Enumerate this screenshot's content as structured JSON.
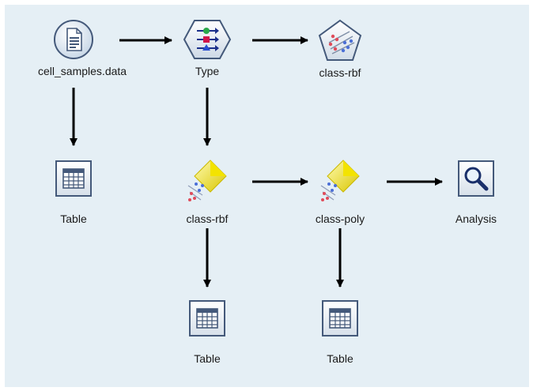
{
  "nodes": [
    {
      "id": "source",
      "label": "cell_samples.data",
      "kind": "source"
    },
    {
      "id": "type",
      "label": "Type",
      "kind": "type"
    },
    {
      "id": "model",
      "label": "class-rbf",
      "kind": "svm-model"
    },
    {
      "id": "table1",
      "label": "Table",
      "kind": "table"
    },
    {
      "id": "nugget_rbf",
      "label": "class-rbf",
      "kind": "svm-nugget"
    },
    {
      "id": "nugget_poly",
      "label": "class-poly",
      "kind": "svm-nugget"
    },
    {
      "id": "analysis",
      "label": "Analysis",
      "kind": "analysis"
    },
    {
      "id": "table2",
      "label": "Table",
      "kind": "table"
    },
    {
      "id": "table3",
      "label": "Table",
      "kind": "table"
    }
  ],
  "links": [
    {
      "from": "source",
      "to": "type"
    },
    {
      "from": "type",
      "to": "model"
    },
    {
      "from": "source",
      "to": "table1"
    },
    {
      "from": "type",
      "to": "nugget_rbf"
    },
    {
      "from": "nugget_rbf",
      "to": "nugget_poly"
    },
    {
      "from": "nugget_poly",
      "to": "analysis"
    },
    {
      "from": "nugget_rbf",
      "to": "table2"
    },
    {
      "from": "nugget_poly",
      "to": "table3"
    }
  ],
  "colors": {
    "canvas": "#e5eff5",
    "arrow": "#000000",
    "node_border": "#44597a",
    "nugget_gold": "#e8d800"
  }
}
